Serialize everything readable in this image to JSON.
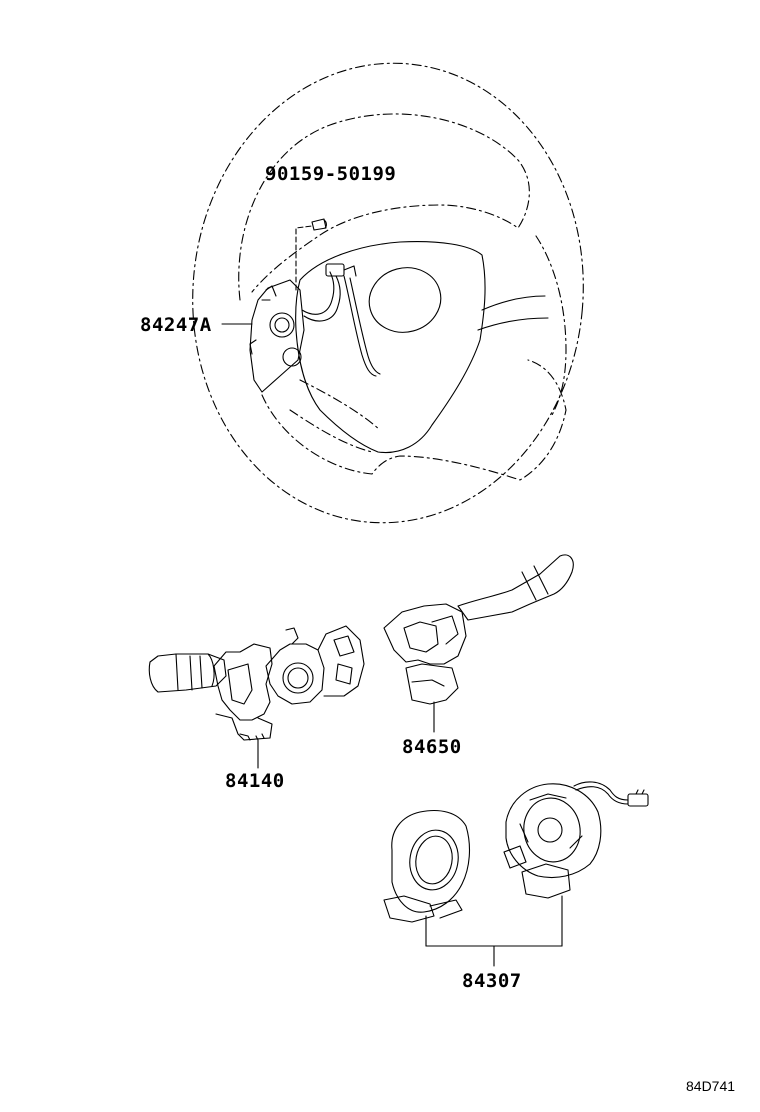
{
  "diagram": {
    "parts": [
      {
        "id": "screw",
        "number": "90159-50199"
      },
      {
        "id": "steering-pad-switch",
        "number": "84247A"
      },
      {
        "id": "headlamp-dimmer-switch",
        "number": "84140"
      },
      {
        "id": "wiper-switch",
        "number": "84650"
      },
      {
        "id": "spiral-cable",
        "number": "84307"
      }
    ],
    "figure_code": "84D741",
    "colors": {
      "line": "#000000",
      "background": "#ffffff"
    }
  }
}
